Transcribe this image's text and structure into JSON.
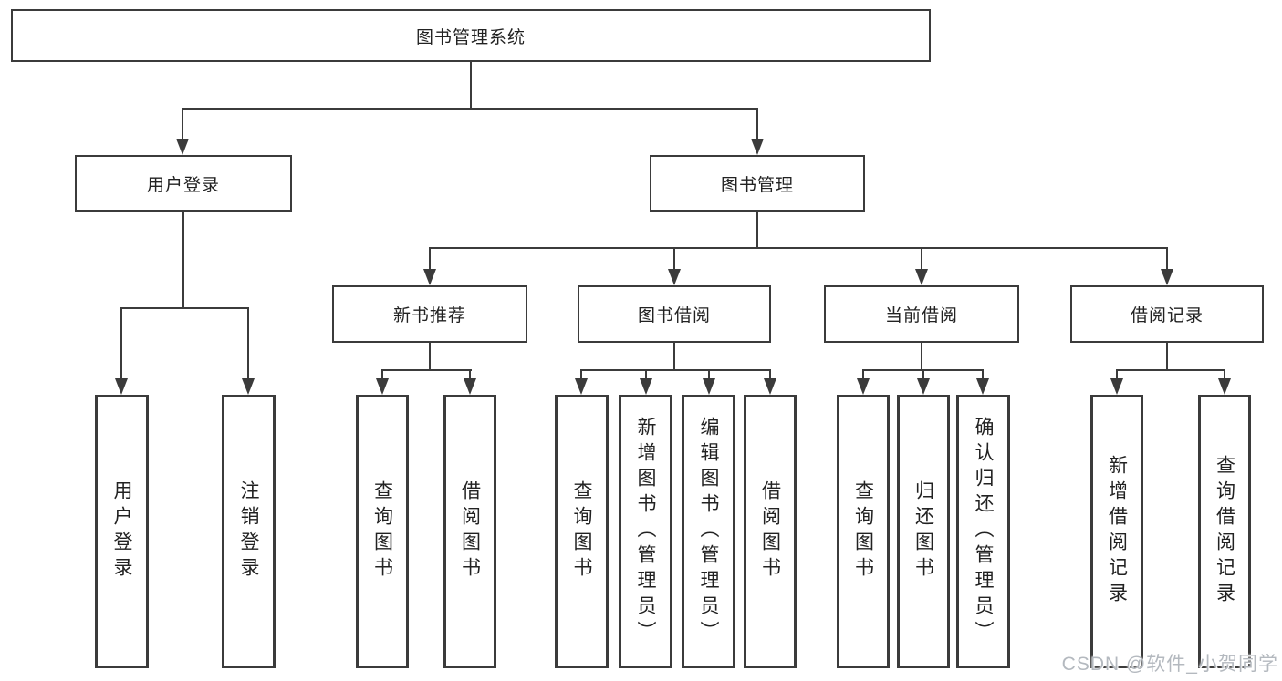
{
  "nodes": {
    "root": {
      "label": "图书管理系统"
    },
    "branches": [
      {
        "label": "用户登录",
        "leaves": [
          {
            "label": "用户登录"
          },
          {
            "label": "注销登录"
          }
        ]
      },
      {
        "label": "图书管理",
        "groups": [
          {
            "label": "新书推荐",
            "leaves": [
              {
                "label": "查询图书"
              },
              {
                "label": "借阅图书"
              }
            ]
          },
          {
            "label": "图书借阅",
            "leaves": [
              {
                "label": "查询图书"
              },
              {
                "label": "新增图书（管理员）"
              },
              {
                "label": "编辑图书（管理员）"
              },
              {
                "label": "借阅图书"
              }
            ]
          },
          {
            "label": "当前借阅",
            "leaves": [
              {
                "label": "查询图书"
              },
              {
                "label": "归还图书"
              },
              {
                "label": "确认归还（管理员）"
              }
            ]
          },
          {
            "label": "借阅记录",
            "leaves": [
              {
                "label": "新增借阅记录"
              },
              {
                "label": "查询借阅记录"
              }
            ]
          }
        ]
      }
    ]
  },
  "watermark": {
    "text": "CSDN @软件_小贺同学"
  },
  "colors": {
    "line": "#3b3b3b",
    "box_border": "#3b3b3b",
    "box_background": "#ffffff",
    "text": "#222222",
    "watermark": "#b4b9bf",
    "background": "#ffffff"
  }
}
